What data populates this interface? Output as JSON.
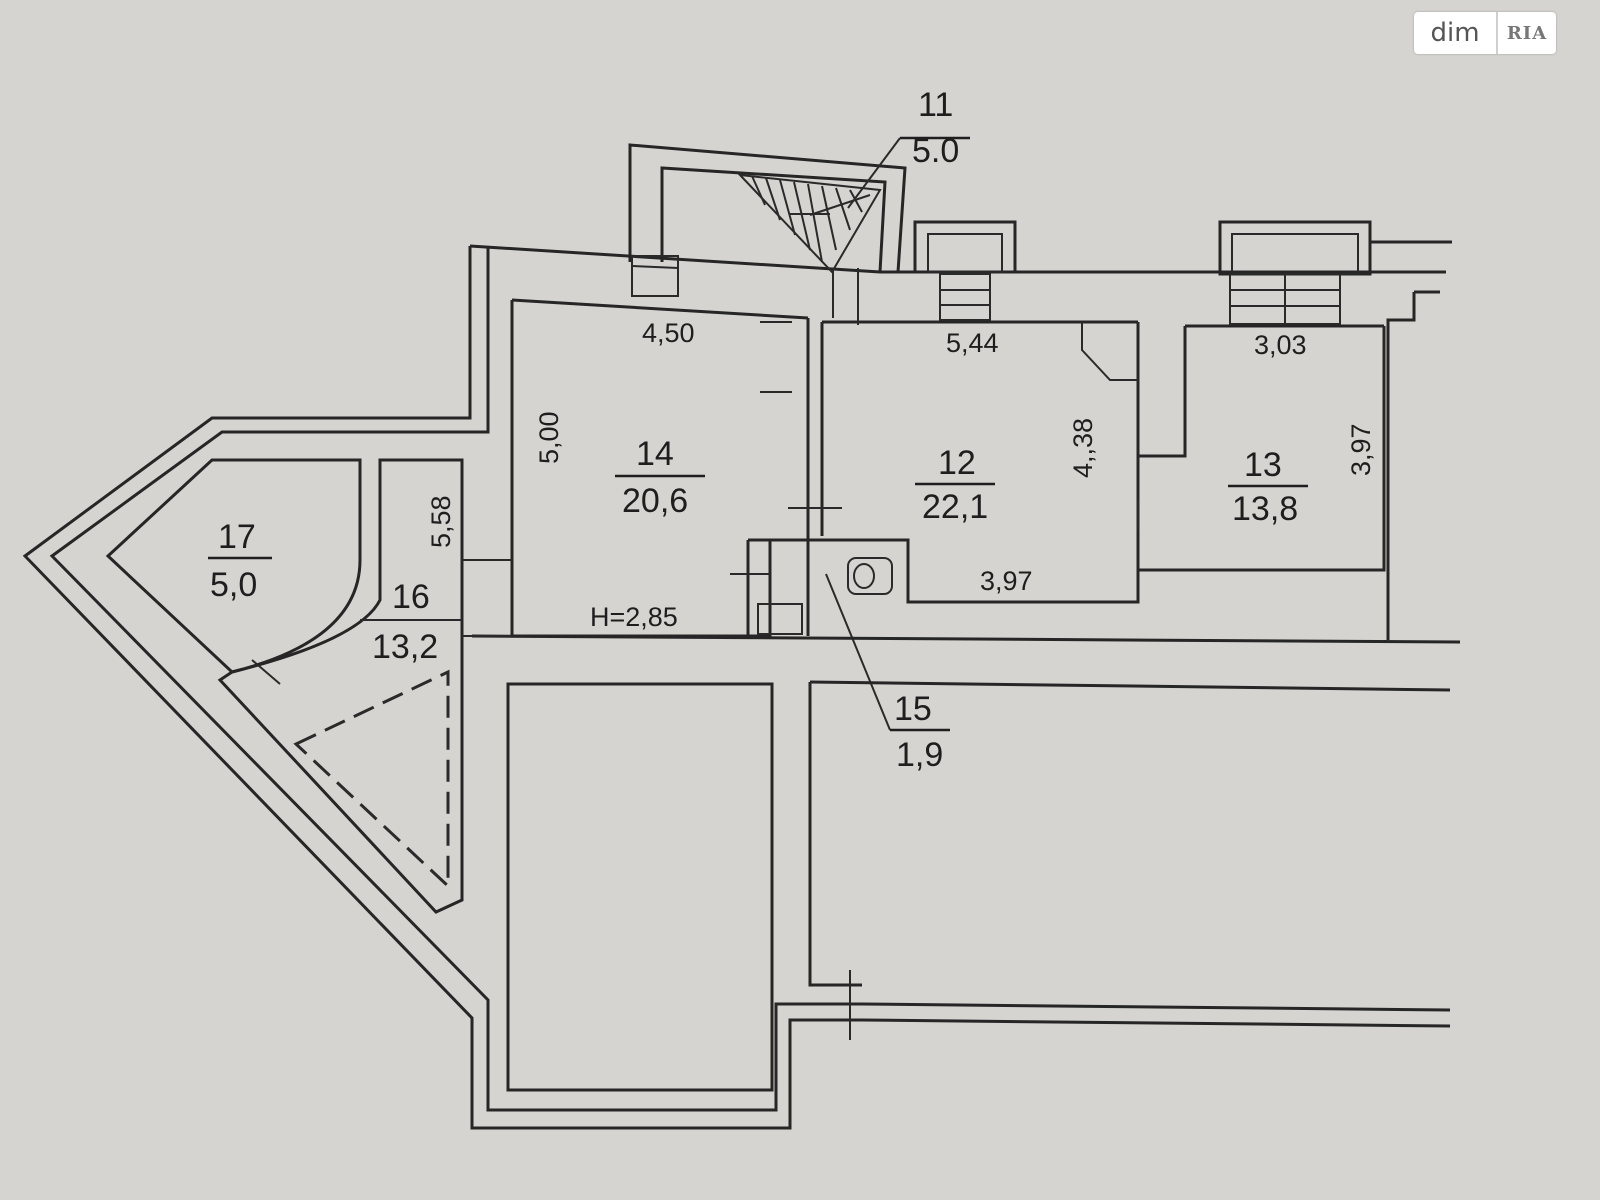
{
  "watermark": {
    "left": "dim",
    "right": "RIA"
  },
  "rooms": [
    {
      "id": "11",
      "number": "11",
      "area": "5.0"
    },
    {
      "id": "12",
      "number": "12",
      "area": "22,1"
    },
    {
      "id": "13",
      "number": "13",
      "area": "13,8"
    },
    {
      "id": "14",
      "number": "14",
      "area": "20,6"
    },
    {
      "id": "15",
      "number": "15",
      "area": "1,9"
    },
    {
      "id": "16",
      "number": "16",
      "area": "13,2"
    },
    {
      "id": "17",
      "number": "17",
      "area": "5,0"
    }
  ],
  "dimensions": {
    "room14_width": "4,50",
    "room14_depth": "5,00",
    "room12_width": "5,44",
    "room12_depth": "4,,38",
    "room12_bottom": "3,97",
    "room13_width": "3,03",
    "room13_depth": "3,97",
    "room16_depth": "5,58",
    "ceiling_height": "H=2,85"
  }
}
